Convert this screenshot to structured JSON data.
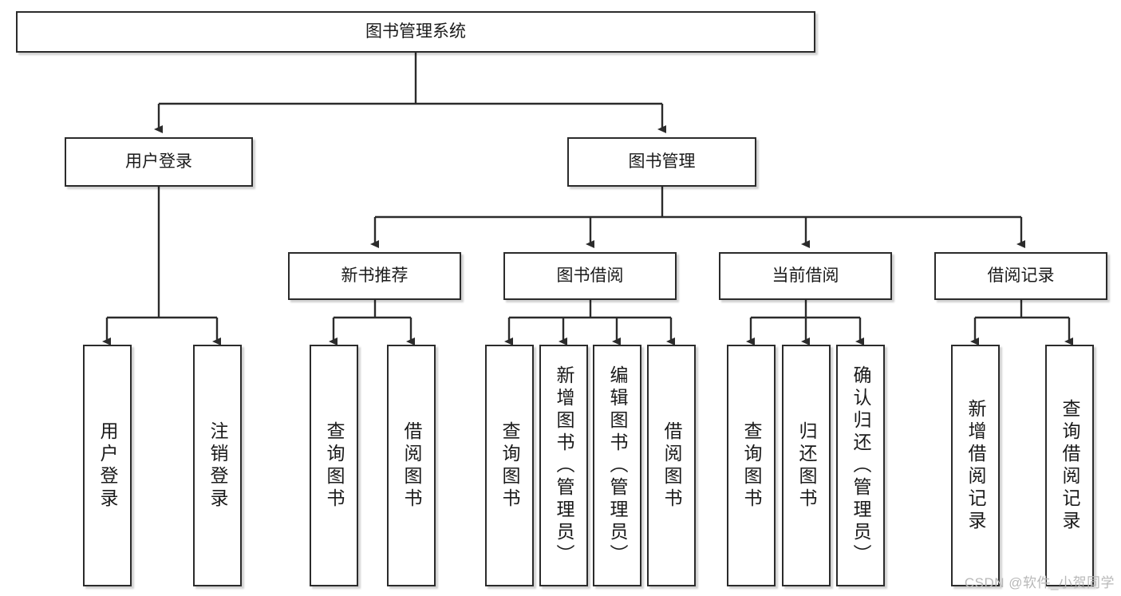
{
  "diagram": {
    "title": "图书管理系统",
    "watermark": "CSDN @软件_小贺同学",
    "root": {
      "label": "图书管理系统"
    },
    "level2": [
      {
        "label": "用户登录"
      },
      {
        "label": "图书管理"
      }
    ],
    "level3": [
      {
        "label": "新书推荐"
      },
      {
        "label": "图书借阅"
      },
      {
        "label": "当前借阅"
      },
      {
        "label": "借阅记录"
      }
    ],
    "leaves": [
      {
        "label": "用户登录"
      },
      {
        "label": "注销登录"
      },
      {
        "label": "查询图书"
      },
      {
        "label": "借阅图书"
      },
      {
        "label": "查询图书"
      },
      {
        "label": "新增图书（管理员）"
      },
      {
        "label": "编辑图书（管理员）"
      },
      {
        "label": "借阅图书"
      },
      {
        "label": "查询图书"
      },
      {
        "label": "归还图书"
      },
      {
        "label": "确认归还（管理员）"
      },
      {
        "label": "新增借阅记录"
      },
      {
        "label": "查询借阅记录"
      }
    ],
    "colors": {
      "stroke": "#2b2b2b",
      "fill": "#ffffff",
      "text": "#1a1a1a",
      "watermark": "#b8b8b8"
    }
  }
}
